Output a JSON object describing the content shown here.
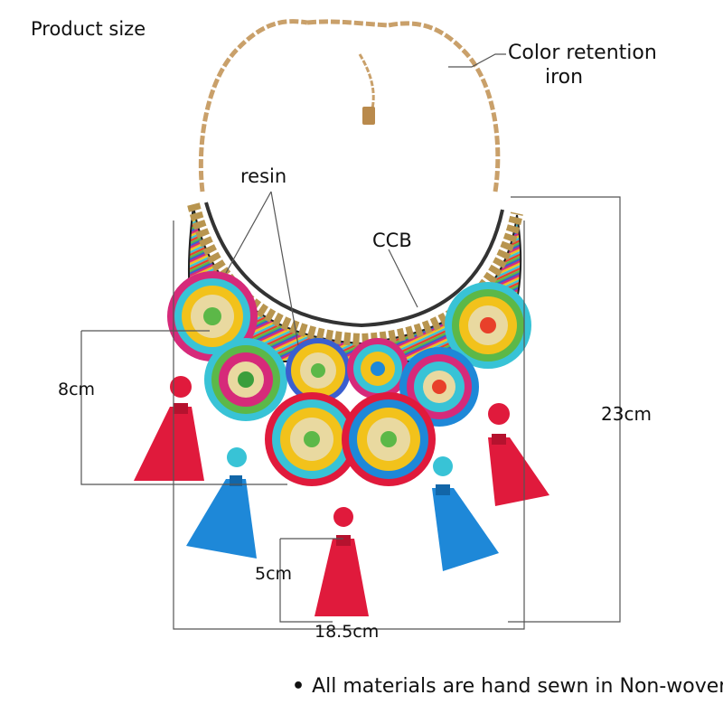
{
  "labels": {
    "title": "Product size",
    "color_retention_line1": "Color retention",
    "color_retention_line2": "iron",
    "resin": "resin",
    "ccb": "CCB",
    "dim_height_medallions": "8cm",
    "dim_total_height": "23cm",
    "dim_tassel": "5cm",
    "dim_width": "18.5cm",
    "note": "All materials are hand sewn in Non-woven"
  },
  "colors": {
    "chain_gold": "#c9a06a",
    "tassel_red": "#e01a3c",
    "tassel_blue": "#1e88d8",
    "bead_yellow": "#f2c21b",
    "bead_turquoise": "#38c3d6",
    "bead_magenta": "#d62a7a",
    "bead_green": "#5cb848",
    "line_gray": "#555555"
  }
}
